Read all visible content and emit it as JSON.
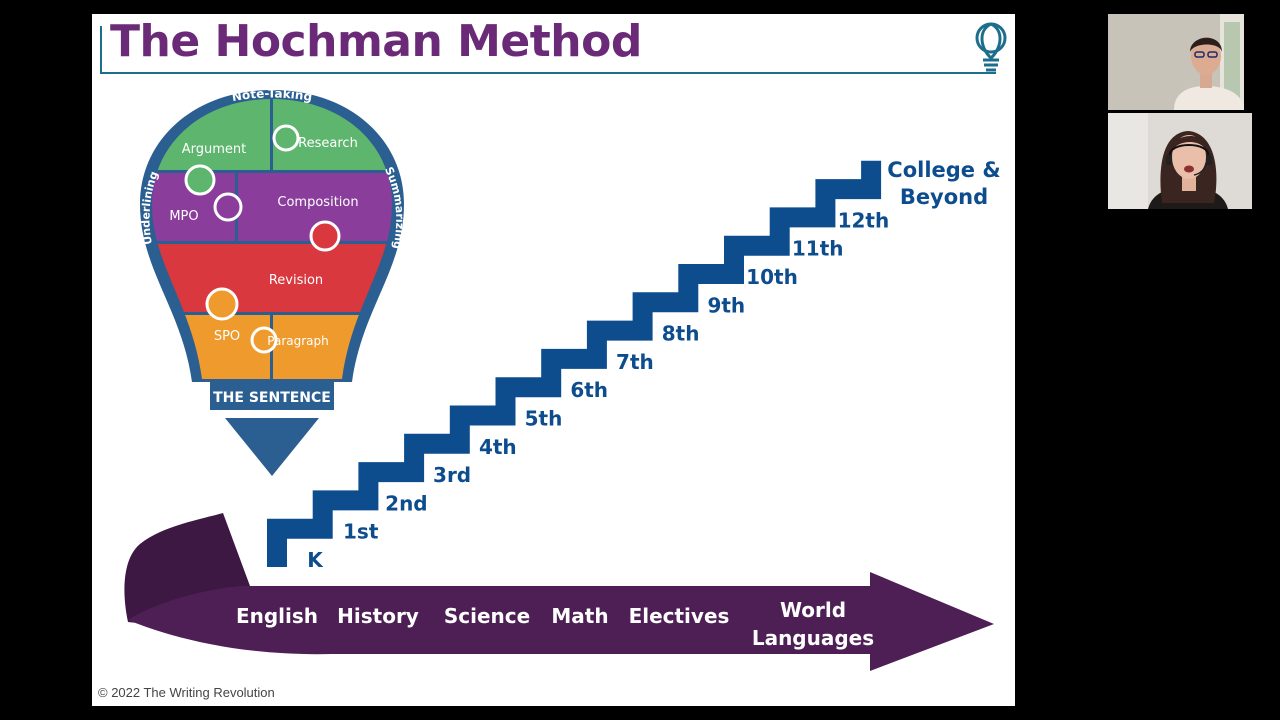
{
  "slide": {
    "title": "The Hochman Method",
    "copyright": "© 2022 The Writing Revolution"
  },
  "bulb": {
    "arc_labels": {
      "top": "Note-Taking",
      "left": "Underlining",
      "right": "Summarizing"
    },
    "pieces": {
      "argument": "Argument",
      "research": "Research",
      "mpo": "MPO",
      "composition": "Composition",
      "revision": "Revision",
      "spo": "SPO",
      "paragraph": "Paragraph"
    },
    "base_label": "THE SENTENCE"
  },
  "stairs": {
    "steps": [
      "K",
      "1st",
      "2nd",
      "3rd",
      "4th",
      "5th",
      "6th",
      "7th",
      "8th",
      "9th",
      "10th",
      "11th",
      "12th"
    ],
    "top_line1": "College &",
    "top_line2": "Beyond"
  },
  "subjects": {
    "english": "English",
    "history": "History",
    "science": "Science",
    "math": "Math",
    "electives": "Electives",
    "world_line1": "World",
    "world_line2": "Languages"
  },
  "colors": {
    "title_purple": "#6b2a78",
    "navy": "#0d4d8e",
    "bulb_outline": "#2b5f91",
    "green": "#5db56e",
    "purple": "#8a3d9b",
    "red": "#d8383e",
    "orange": "#ef9a2d",
    "banner": "#4e1f55"
  },
  "icons": {
    "slide_corner": "lightbulb-icon"
  }
}
